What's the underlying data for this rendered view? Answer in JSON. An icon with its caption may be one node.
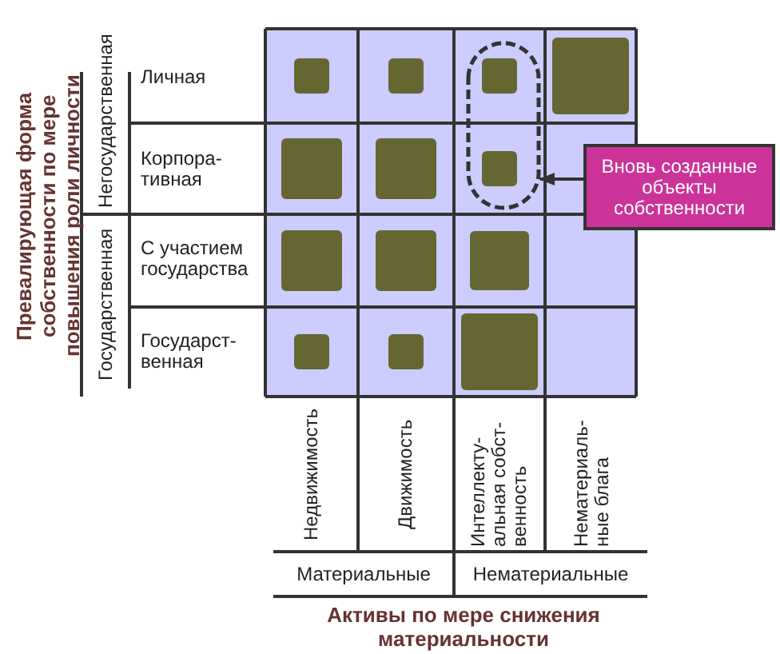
{
  "diagram": {
    "nodes": [
      {
        "text": [
          "Вновь созданные объекты собственности"
        ]
      },
      {
        "text": [],
        "shape": "oval"
      }
    ],
    "edges": [
      {
        "from": 0,
        "to": 1,
        "arrow": "to"
      }
    ],
    "labels": [
      "Превалирующая форма собственности по мере повышения роли личности",
      "Негосударственная",
      "Государственная",
      "Личная",
      "Корпора- тивная",
      "С участием государства",
      "Государст- венная",
      "Недвижимость",
      "Движимость",
      "Интеллекту- альная собст- венность",
      "Нематериаль- ные блага",
      "Материальные",
      "Нематериальные",
      "Активы по мере снижения материальности"
    ]
  }
}
